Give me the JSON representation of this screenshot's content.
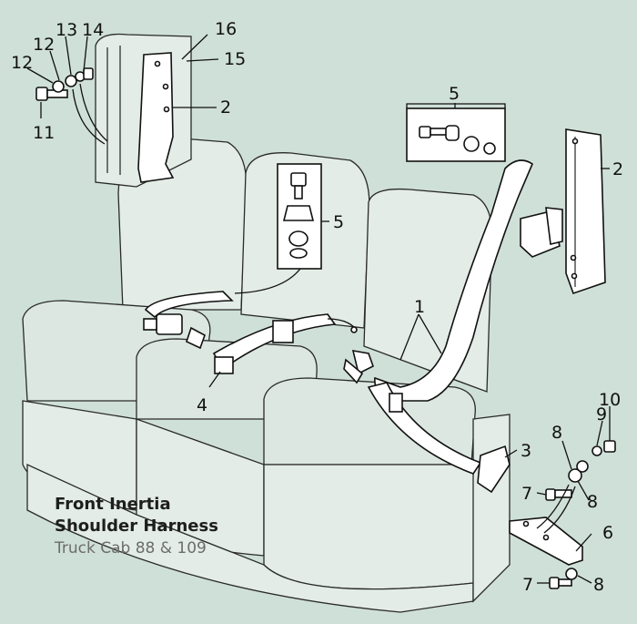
{
  "diagram": {
    "caption": {
      "line1": "Front Inertia",
      "line2": "Shoulder Harness",
      "line3": "Truck Cab 88 & 109"
    },
    "callouts": [
      {
        "id": "c-12a",
        "text": "12"
      },
      {
        "id": "c-12b",
        "text": "12"
      },
      {
        "id": "c-13",
        "text": "13"
      },
      {
        "id": "c-14",
        "text": "14"
      },
      {
        "id": "c-16",
        "text": "16"
      },
      {
        "id": "c-15",
        "text": "15"
      },
      {
        "id": "c-11",
        "text": "11"
      },
      {
        "id": "c-2a",
        "text": "2"
      },
      {
        "id": "c-5a",
        "text": "5"
      },
      {
        "id": "c-2b",
        "text": "2"
      },
      {
        "id": "c-5b",
        "text": "5"
      },
      {
        "id": "c-1",
        "text": "1"
      },
      {
        "id": "c-4",
        "text": "4"
      },
      {
        "id": "c-3",
        "text": "3"
      },
      {
        "id": "c-8a",
        "text": "8"
      },
      {
        "id": "c-9",
        "text": "9"
      },
      {
        "id": "c-10",
        "text": "10"
      },
      {
        "id": "c-7a",
        "text": "7"
      },
      {
        "id": "c-8b",
        "text": "8"
      },
      {
        "id": "c-6",
        "text": "6"
      },
      {
        "id": "c-7b",
        "text": "7"
      },
      {
        "id": "c-8c",
        "text": "8"
      }
    ]
  }
}
